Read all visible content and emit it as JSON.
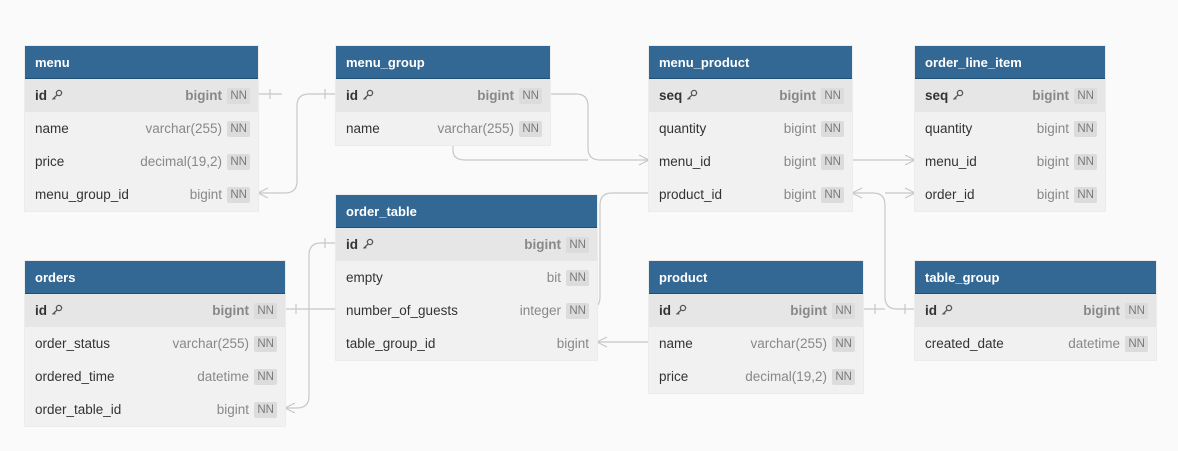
{
  "nn_label": "NN",
  "colors": {
    "header": "#336895",
    "body": "#f1f1f1",
    "pk_row": "#e6e6e6",
    "edge": "#c8c8c8"
  },
  "tables": {
    "menu": {
      "name": "menu",
      "fields": [
        {
          "name": "id",
          "type": "bigint",
          "nn": true,
          "pk": true
        },
        {
          "name": "name",
          "type": "varchar(255)",
          "nn": true
        },
        {
          "name": "price",
          "type": "decimal(19,2)",
          "nn": true
        },
        {
          "name": "menu_group_id",
          "type": "bigint",
          "nn": true
        }
      ]
    },
    "menu_group": {
      "name": "menu_group",
      "fields": [
        {
          "name": "id",
          "type": "bigint",
          "nn": true,
          "pk": true
        },
        {
          "name": "name",
          "type": "varchar(255)",
          "nn": true
        }
      ]
    },
    "menu_product": {
      "name": "menu_product",
      "fields": [
        {
          "name": "seq",
          "type": "bigint",
          "nn": true,
          "pk": true
        },
        {
          "name": "quantity",
          "type": "bigint",
          "nn": true
        },
        {
          "name": "menu_id",
          "type": "bigint",
          "nn": true
        },
        {
          "name": "product_id",
          "type": "bigint",
          "nn": true
        }
      ]
    },
    "order_line_item": {
      "name": "order_line_item",
      "fields": [
        {
          "name": "seq",
          "type": "bigint",
          "nn": true,
          "pk": true
        },
        {
          "name": "quantity",
          "type": "bigint",
          "nn": true
        },
        {
          "name": "menu_id",
          "type": "bigint",
          "nn": true
        },
        {
          "name": "order_id",
          "type": "bigint",
          "nn": true
        }
      ]
    },
    "order_table": {
      "name": "order_table",
      "fields": [
        {
          "name": "id",
          "type": "bigint",
          "nn": true,
          "pk": true
        },
        {
          "name": "empty",
          "type": "bit",
          "nn": true
        },
        {
          "name": "number_of_guests",
          "type": "integer",
          "nn": true
        },
        {
          "name": "table_group_id",
          "type": "bigint",
          "nn": false
        }
      ]
    },
    "orders": {
      "name": "orders",
      "fields": [
        {
          "name": "id",
          "type": "bigint",
          "nn": true,
          "pk": true
        },
        {
          "name": "order_status",
          "type": "varchar(255)",
          "nn": true
        },
        {
          "name": "ordered_time",
          "type": "datetime",
          "nn": true
        },
        {
          "name": "order_table_id",
          "type": "bigint",
          "nn": true
        }
      ]
    },
    "product": {
      "name": "product",
      "fields": [
        {
          "name": "id",
          "type": "bigint",
          "nn": true,
          "pk": true
        },
        {
          "name": "name",
          "type": "varchar(255)",
          "nn": true
        },
        {
          "name": "price",
          "type": "decimal(19,2)",
          "nn": true
        }
      ]
    },
    "table_group": {
      "name": "table_group",
      "fields": [
        {
          "name": "id",
          "type": "bigint",
          "nn": true,
          "pk": true
        },
        {
          "name": "created_date",
          "type": "datetime",
          "nn": true
        }
      ]
    }
  },
  "relations": [
    {
      "from": "menu.menu_group_id",
      "to": "menu_group.id"
    },
    {
      "from": "menu_product.menu_id",
      "to": "menu_group.id"
    },
    {
      "from": "order_line_item.menu_id",
      "to": "menu_product.menu_id"
    },
    {
      "from": "menu_product.product_id",
      "to": "order_table.number_of_guests"
    },
    {
      "from": "order_line_item.order_id",
      "to": "table_group.id"
    },
    {
      "from": "orders.order_table_id",
      "to": "order_table.id"
    },
    {
      "from": "order_table.table_group_id",
      "to": "product.name"
    }
  ]
}
